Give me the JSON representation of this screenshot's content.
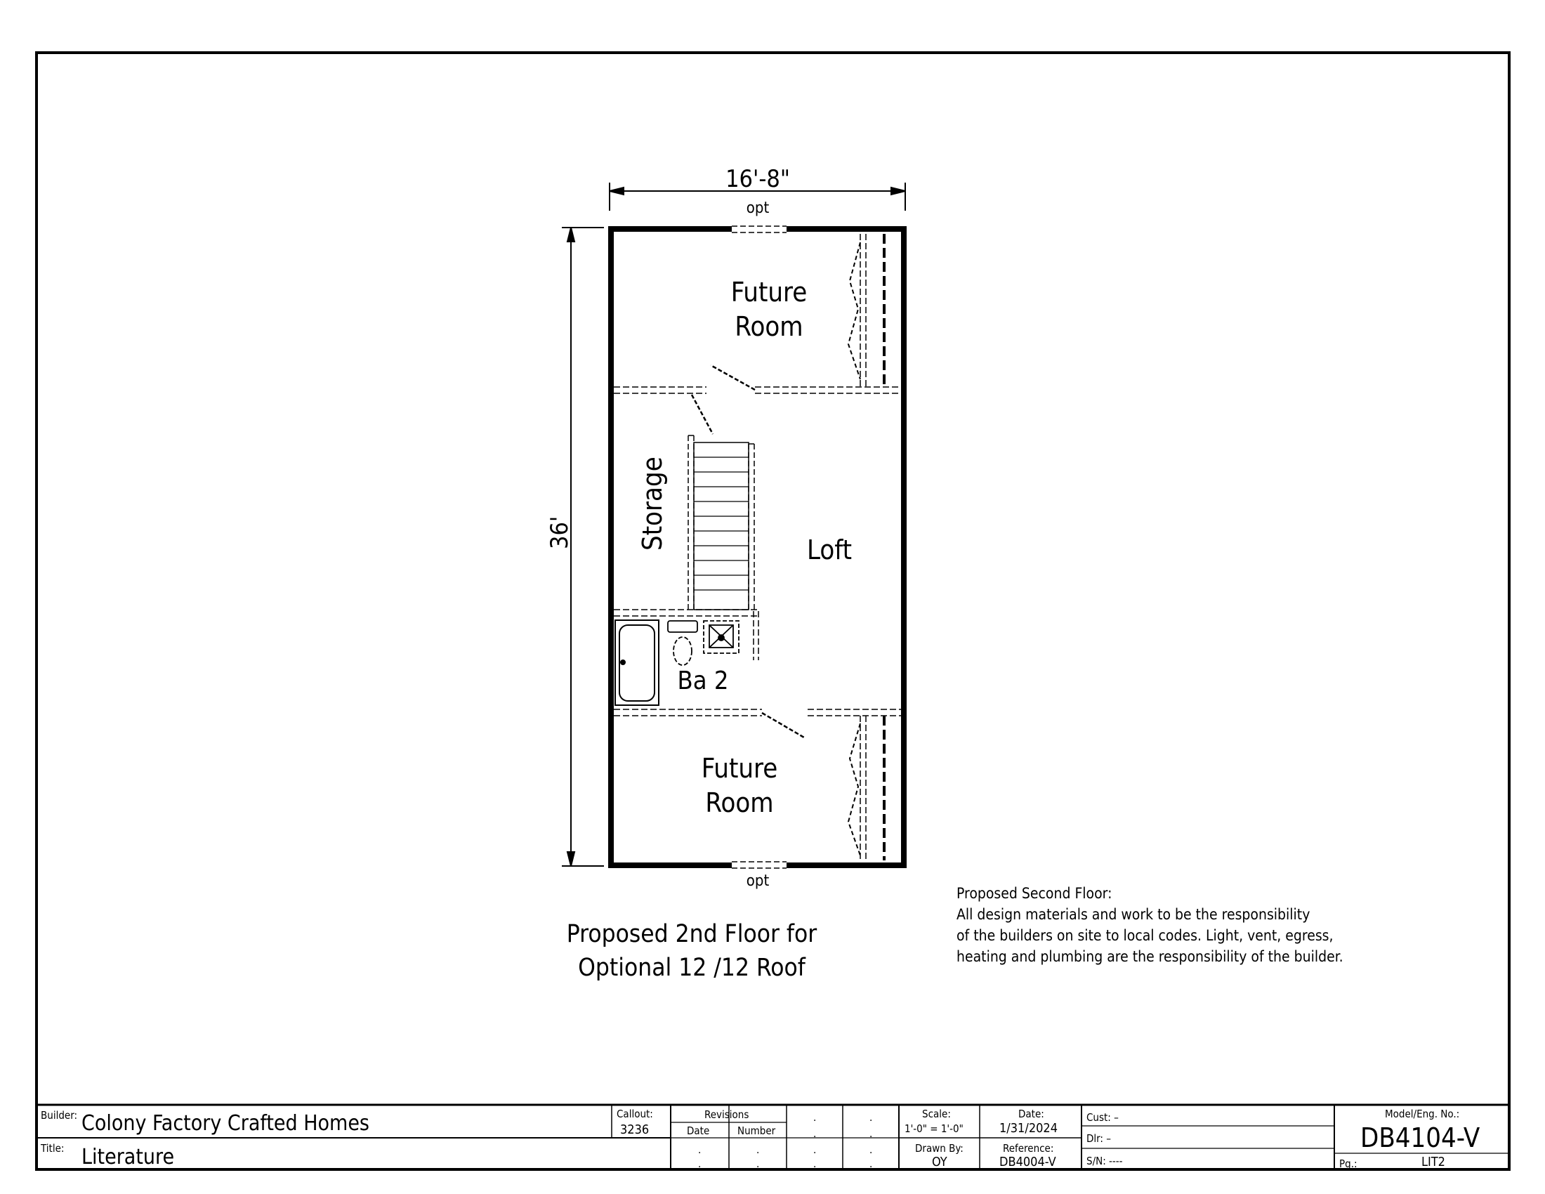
{
  "dimensions": {
    "width": "16'-8\"",
    "length": "36'"
  },
  "window_notes": {
    "top": "opt",
    "bottom": "opt"
  },
  "rooms": {
    "future_room_top": [
      "Future",
      "Room"
    ],
    "storage": "Storage",
    "loft": "Loft",
    "bath": "Ba 2",
    "future_room_bottom": [
      "Future",
      "Room"
    ]
  },
  "drawing_title": [
    "Proposed 2nd Floor for",
    "Optional 12 /12 Roof"
  ],
  "notes": {
    "heading": "Proposed Second Floor:",
    "lines": [
      "All design materials and work to be the responsibility",
      "of the builders on site to local codes.  Light, vent, egress,",
      "heating and plumbing are the responsibility of the builder."
    ]
  },
  "title_block": {
    "builder_label": "Builder:",
    "builder": "Colony Factory Crafted Homes",
    "title_label": "Title:",
    "title": "Literature",
    "callout_label": "Callout:",
    "callout": "3236",
    "revisions_label": "Revisions",
    "date_col": "Date",
    "number_col": "Number",
    "dot": ".",
    "scale_label": "Scale:",
    "scale": "1'-0\" = 1'-0\"",
    "date_label": "Date:",
    "date": "1/31/2024",
    "drawn_by_label": "Drawn By:",
    "drawn_by": "OY",
    "reference_label": "Reference:",
    "reference": "DB4004-V",
    "cust": "Cust: –",
    "dlr": "Dlr:  –",
    "sn": "S/N:  ----",
    "model_label": "Model/Eng. No.:",
    "model": "DB4104-V",
    "pg_label": "Pg.:",
    "pg": "LIT2"
  }
}
